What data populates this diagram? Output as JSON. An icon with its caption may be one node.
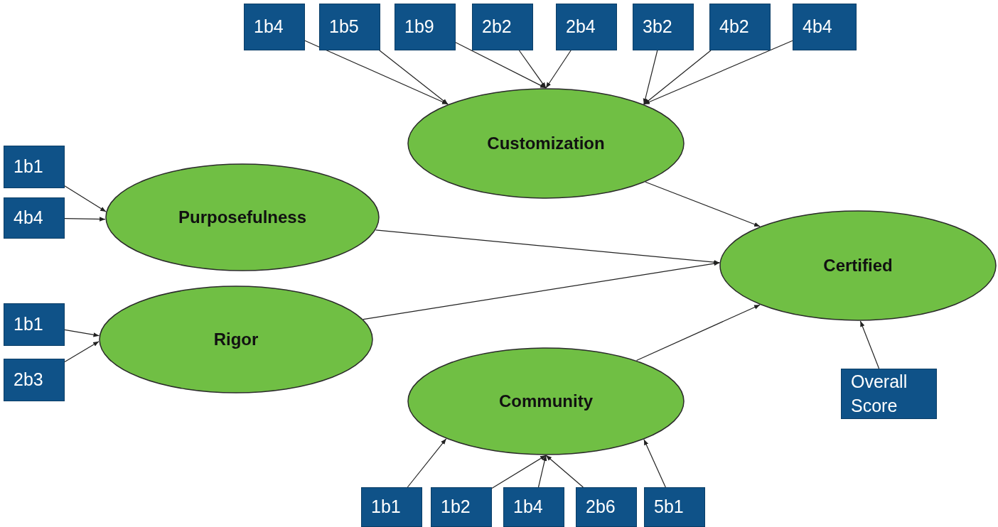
{
  "diagram": {
    "nodes": [
      {
        "text": [
          "1b4"
        ]
      },
      {
        "text": [
          "1b5"
        ]
      },
      {
        "text": [
          "1b9"
        ]
      },
      {
        "text": [
          "2b2"
        ]
      },
      {
        "text": [
          "2b4"
        ]
      },
      {
        "text": [
          "3b2"
        ]
      },
      {
        "text": [
          "4b2"
        ]
      },
      {
        "text": [
          "4b4"
        ]
      },
      {
        "text": [
          "Customization"
        ]
      },
      {
        "text": [
          "1b1"
        ]
      },
      {
        "text": [
          "4b4"
        ]
      },
      {
        "text": [
          "Purposefulness"
        ]
      },
      {
        "text": [
          "Certified"
        ]
      },
      {
        "text": [
          "1b1"
        ]
      },
      {
        "text": [
          "2b3"
        ]
      },
      {
        "text": [
          "Rigor"
        ]
      },
      {
        "text": [
          "Community"
        ]
      },
      {
        "text": [
          "Overall Score"
        ]
      },
      {
        "text": [
          "1b1"
        ]
      },
      {
        "text": [
          "1b2"
        ]
      },
      {
        "text": [
          "1b4"
        ]
      },
      {
        "text": [
          "2b6"
        ]
      },
      {
        "text": [
          "5b1"
        ]
      }
    ],
    "edges": [
      {
        "from": 0,
        "to": 8,
        "arrow": "to"
      },
      {
        "from": 1,
        "to": 8,
        "arrow": "to"
      },
      {
        "from": 2,
        "to": 8,
        "arrow": "to"
      },
      {
        "from": 3,
        "to": 8,
        "arrow": "to"
      },
      {
        "from": 4,
        "to": 8,
        "arrow": "to"
      },
      {
        "from": 5,
        "to": 8,
        "arrow": "to"
      },
      {
        "from": 6,
        "to": 8,
        "arrow": "to"
      },
      {
        "from": 7,
        "to": 8,
        "arrow": "to"
      },
      {
        "from": 9,
        "to": 11,
        "arrow": "to"
      },
      {
        "from": 10,
        "to": 11,
        "arrow": "to"
      },
      {
        "from": 13,
        "to": 15,
        "arrow": "to"
      },
      {
        "from": 14,
        "to": 15,
        "arrow": "to"
      },
      {
        "from": 18,
        "to": 16,
        "arrow": "to"
      },
      {
        "from": 19,
        "to": 16,
        "arrow": "to"
      },
      {
        "from": 20,
        "to": 16,
        "arrow": "to"
      },
      {
        "from": 21,
        "to": 16,
        "arrow": "to"
      },
      {
        "from": 22,
        "to": 16,
        "arrow": "to"
      },
      {
        "from": 8,
        "to": 12,
        "arrow": "to"
      },
      {
        "from": 11,
        "to": 12,
        "arrow": "to"
      },
      {
        "from": 15,
        "to": 12,
        "arrow": "to"
      },
      {
        "from": 16,
        "to": 12,
        "arrow": "to"
      },
      {
        "from": 17,
        "to": 12,
        "arrow": "to"
      }
    ]
  }
}
